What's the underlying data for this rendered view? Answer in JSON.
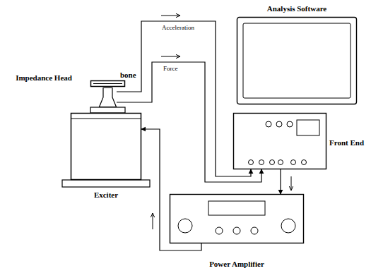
{
  "diagram": {
    "nodes": [
      {
        "text": [
          "Analysis Software"
        ]
      },
      {
        "text": [
          "bone"
        ]
      },
      {
        "text": [
          "Impedance Head"
        ]
      },
      {
        "text": [
          "Front End"
        ]
      },
      {
        "text": [
          "Exciter"
        ]
      },
      {
        "text": [
          "Power Amplifier"
        ]
      }
    ],
    "edges": [
      {
        "from": 2,
        "to": 3,
        "label": "Acceleration",
        "arrow": "to"
      },
      {
        "from": 2,
        "to": 3,
        "label": "Force",
        "arrow": "to"
      },
      {
        "from": 3,
        "to": 5,
        "arrow": "to"
      },
      {
        "from": 5,
        "to": 4,
        "arrow": "to"
      }
    ]
  }
}
